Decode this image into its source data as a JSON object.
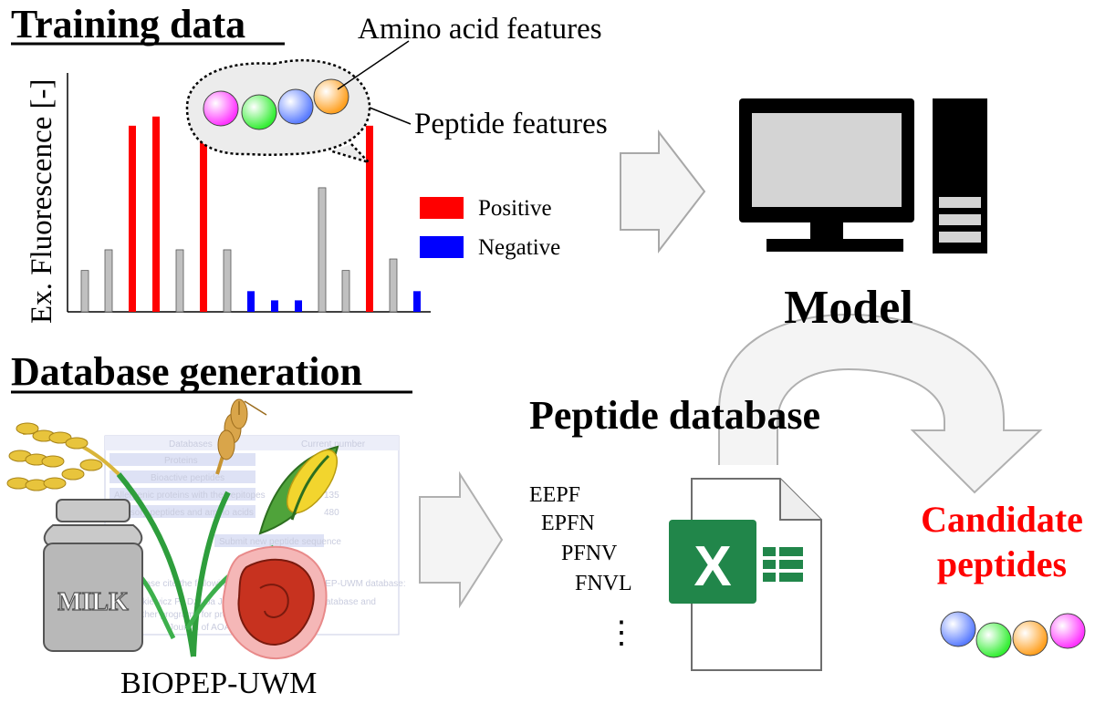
{
  "headings": {
    "training_data": "Training data",
    "database_generation": "Database generation",
    "model": "Model",
    "peptide_database": "Peptide database",
    "candidate_line1": "Candidate",
    "candidate_line2": "peptides"
  },
  "callouts": {
    "amino_acid_features": "Amino acid features",
    "peptide_features": "Peptide features"
  },
  "axis": {
    "ylabel": "Ex. Fluorescence [-]"
  },
  "legend": [
    {
      "label": "Positive",
      "color": "#ff0000"
    },
    {
      "label": "Negative",
      "color": "#0000ff"
    }
  ],
  "bar_colors": {
    "positive": "#ff0000",
    "negative": "#0000ff",
    "other": "#c0c0c0"
  },
  "chart_data": {
    "type": "bar",
    "title": "",
    "xlabel": "",
    "ylabel": "Ex. Fluorescence [-]",
    "ylim": [
      0,
      100
    ],
    "grid": false,
    "legend_position": "right",
    "values": [
      18,
      27,
      81,
      85,
      27,
      81,
      27,
      9,
      5,
      5,
      54,
      18,
      81,
      23,
      9
    ],
    "classes": [
      "other",
      "other",
      "positive",
      "positive",
      "other",
      "positive",
      "other",
      "negative",
      "negative",
      "negative",
      "other",
      "other",
      "positive",
      "other",
      "negative"
    ]
  },
  "database": {
    "source_label": "BIOPEP-UWM",
    "milk_label": "MILK",
    "panel_header": [
      "Databases",
      "Current number"
    ],
    "panel_rows": [
      "Proteins",
      "Bioactive peptides",
      "Allergenic proteins with their epitopes",
      "Sensory peptides and amino acids"
    ],
    "panel_numbers": [
      "135",
      "480"
    ],
    "panel_button": "Submit new peptide sequence",
    "panel_citation": [
      "Please cite the following publication using BIOPEP-UWM database:",
      "Minkiewicz P., Dziuba J., Iwaniak A. ... BIOPEP database and",
      "other programs for processing ... sequences.",
      "Journal of AOAC International"
    ]
  },
  "peptide_list": [
    "EEPF",
    "EPFN",
    "PFNV",
    "FNVL",
    "⋮"
  ],
  "excel_letter": "X",
  "colors": {
    "aa_balls": [
      "#ff33ff",
      "#33ee33",
      "#5a7cff",
      "#ffa020"
    ],
    "candidate_balls": [
      "#5a7cff",
      "#33ee33",
      "#ffa020",
      "#ff33ff"
    ],
    "candidate_text": "#ff0000",
    "excel_green": "#21864a"
  }
}
